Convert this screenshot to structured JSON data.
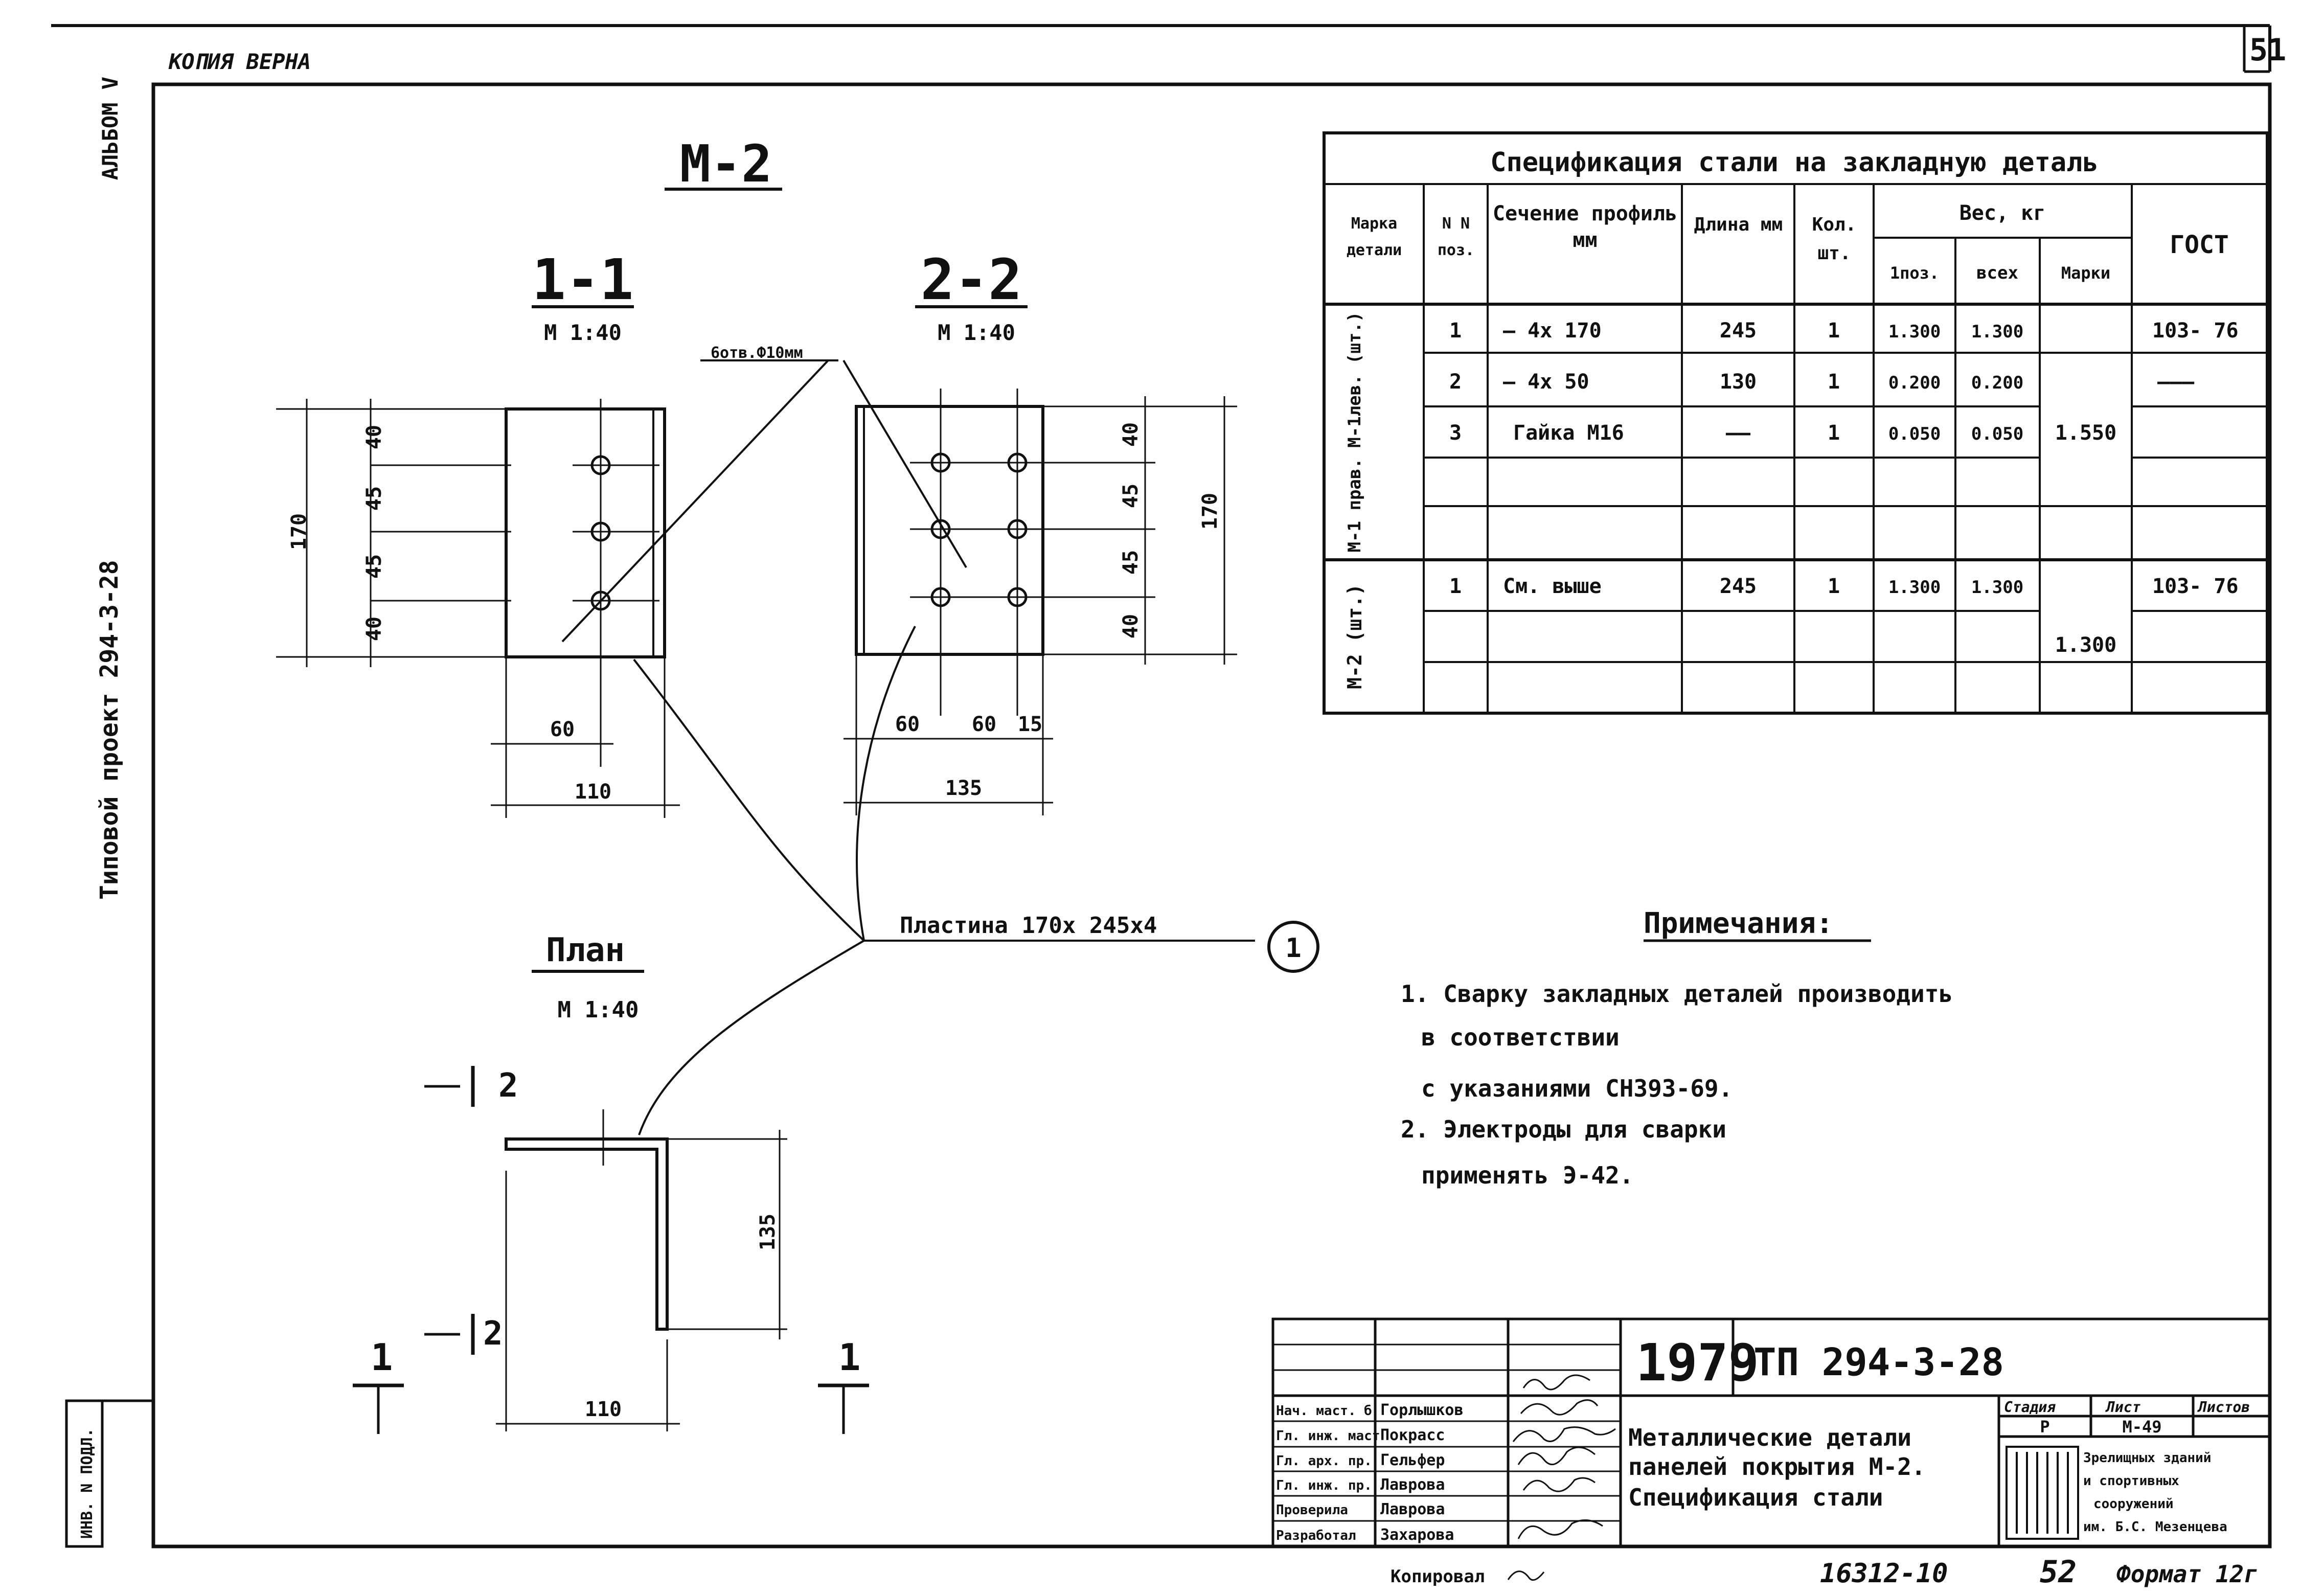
{
  "header": {
    "copy_stamp": "КОПИЯ ВЕРНА",
    "sheet_corner_number": "51",
    "side_album": "АЛЬБОМ V",
    "side_project": "Типовой проект 294-3-28",
    "side_inv": "ИНВ. N ПОДЛ."
  },
  "drawing": {
    "title": "М-2",
    "sec11": {
      "label": "1-1",
      "scale": "М 1:40",
      "dims": {
        "h": "170",
        "d1": "40",
        "d2": "45",
        "d3": "45",
        "d4": "40",
        "w1": "60",
        "w": "110"
      }
    },
    "sec22": {
      "label": "2-2",
      "scale": "М 1:40",
      "dims": {
        "h": "170",
        "d1": "40",
        "d2": "45",
        "d3": "45",
        "d4": "40",
        "w1": "60",
        "w2": "60",
        "w3": "15",
        "w": "135"
      }
    },
    "holes_note": "6отв.Ф10мм",
    "plan": {
      "label": "План",
      "scale": "М 1:40",
      "dim_h": "135",
      "dim_w": "110",
      "cut1": "1",
      "cut2": "2"
    },
    "plate_label": "Пластина 170х 245х4",
    "plate_pos": "1"
  },
  "spec": {
    "title": "Спецификация стали на закладную деталь",
    "headers": {
      "mark": "Марка детали",
      "pos": "N N поз.",
      "section": "Сечение профиль мм",
      "length": "Длина мм",
      "qty": "Кол. шт.",
      "weight": "Вес, кг",
      "w1": "1поз.",
      "wall": "всех",
      "wmark": "Марки",
      "gost": "ГОСТ"
    },
    "group1_mark": "М-1 прав. М-1лев. (шт.)",
    "group2_mark": "М-2 (шт.)",
    "rows": [
      {
        "pos": "1",
        "section": "— 4х 170",
        "length": "245",
        "qty": "1",
        "w1": "1.300",
        "wall": "1.300",
        "gost": "103- 76"
      },
      {
        "pos": "2",
        "section": "— 4х 50",
        "length": "130",
        "qty": "1",
        "w1": "0.200",
        "wall": "0.200",
        "gost": "———"
      },
      {
        "pos": "3",
        "section": "Гайка М16",
        "length": "——",
        "qty": "1",
        "w1": "0.050",
        "wall": "0.050",
        "gost": ""
      },
      {
        "pos": "1",
        "section": "См. выше",
        "length": "245",
        "qty": "1",
        "w1": "1.300",
        "wall": "1.300",
        "gost": "103- 76"
      }
    ],
    "group1_mark_weight": "1.550",
    "group2_mark_weight": "1.300"
  },
  "notes": {
    "title": "Примечания:",
    "l1": "1. Сварку закладных деталей производить",
    "l2": "в соответствии",
    "l3": "с указаниями СН393-69.",
    "l4": "2. Электроды для сварки",
    "l5": "применять Э-42."
  },
  "title_block": {
    "year": "1979",
    "code": "ТП 294-3-28",
    "roles": [
      {
        "role": "Нач. маст. б",
        "name": "Горлышков"
      },
      {
        "role": "Гл. инж. маст",
        "name": "Покрасс"
      },
      {
        "role": "Гл. арх. пр.",
        "name": "Гельфер"
      },
      {
        "role": "Гл. инж. пр.",
        "name": "Лаврова"
      },
      {
        "role": "Проверила",
        "name": "Лаврова"
      },
      {
        "role": "Разработал",
        "name": "Захарова"
      }
    ],
    "desc1": "Металлические детали",
    "desc2": "панелей покрытия М-2.",
    "desc3": "Спецификация стали",
    "stage_label": "Стадия",
    "stage": "Р",
    "sheet_label": "Лист",
    "sheet": "М-49",
    "sheets_label": "Листов",
    "org1": "Зрелищных зданий",
    "org2": "и спортивных",
    "org3": "сооружений",
    "org4": "им. Б.С. Мезенцева"
  },
  "footer": {
    "copied": "Копировал",
    "code": "16312-10",
    "page": "52",
    "format": "Формат 12г"
  }
}
